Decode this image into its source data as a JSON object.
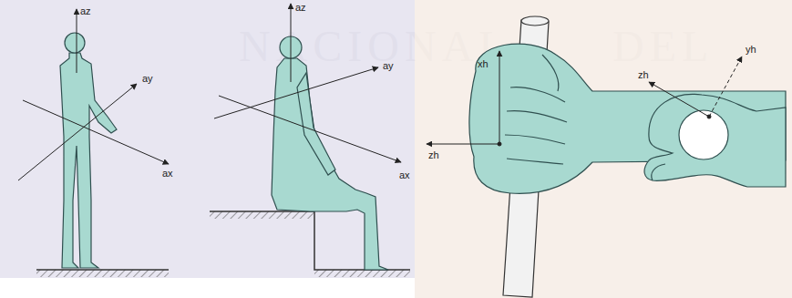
{
  "diagram": {
    "labels": [
      "az",
      "ay",
      "ax",
      "az",
      "ay",
      "ax",
      "xh",
      "zh",
      "zh",
      "yh",
      "NACIONAL",
      "DEL"
    ]
  }
}
